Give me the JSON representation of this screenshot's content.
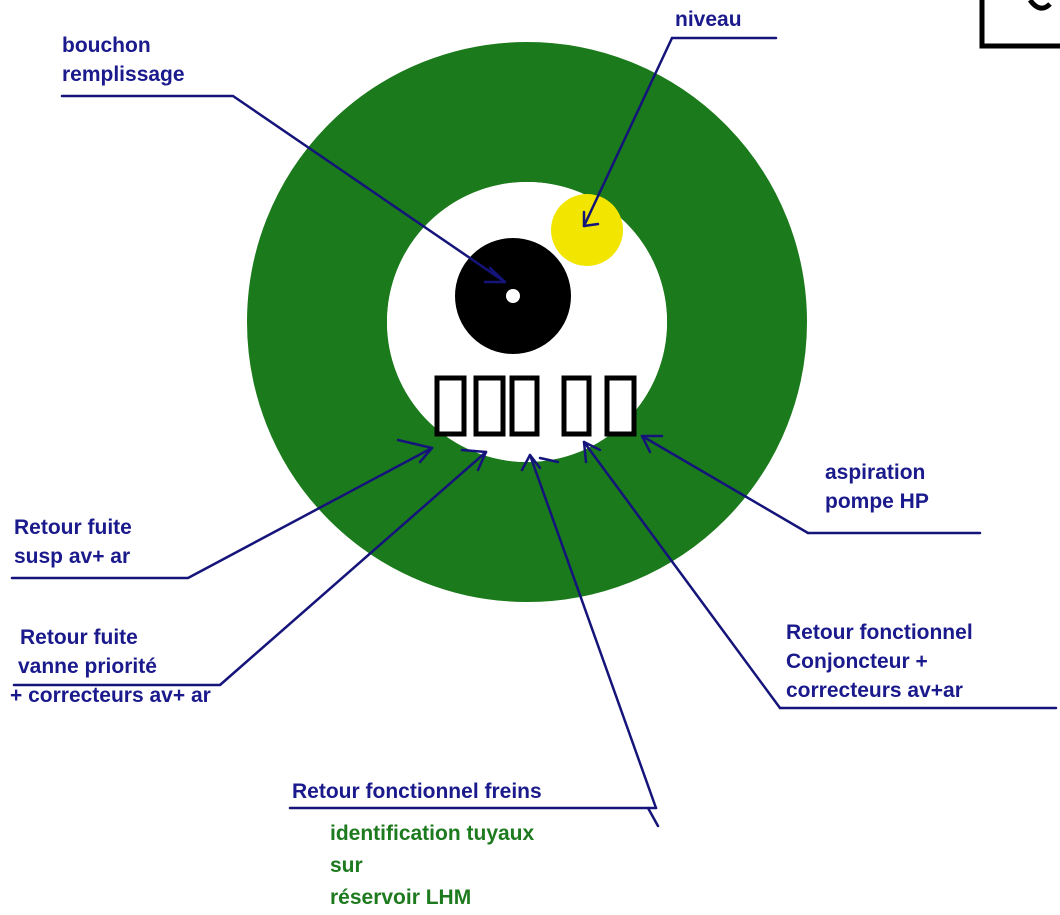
{
  "labels": {
    "bouchon": [
      "bouchon",
      "remplissage"
    ],
    "niveau": [
      "niveau"
    ],
    "aspiration": [
      "aspiration",
      "pompe HP"
    ],
    "retour_fuite_susp": [
      "Retour fuite",
      "susp av+ ar"
    ],
    "retour_fuite_vanne": [
      "Retour fuite",
      "vanne priorité",
      "+ correcteurs  av+ ar"
    ],
    "retour_freins": [
      "Retour fonctionnel freins"
    ],
    "retour_conjoncteur": [
      "Retour fonctionnel",
      "Conjoncteur +",
      "correcteurs av+ar"
    ],
    "caption": [
      "identification tuyaux",
      "sur",
      "réservoir LHM"
    ]
  },
  "colors": {
    "ring": "#1b7a1b",
    "plug": "#000000",
    "level": "#f2e600",
    "arrow": "#14147a",
    "label": "#1a1a8c",
    "caption": "#1e7a1e"
  }
}
